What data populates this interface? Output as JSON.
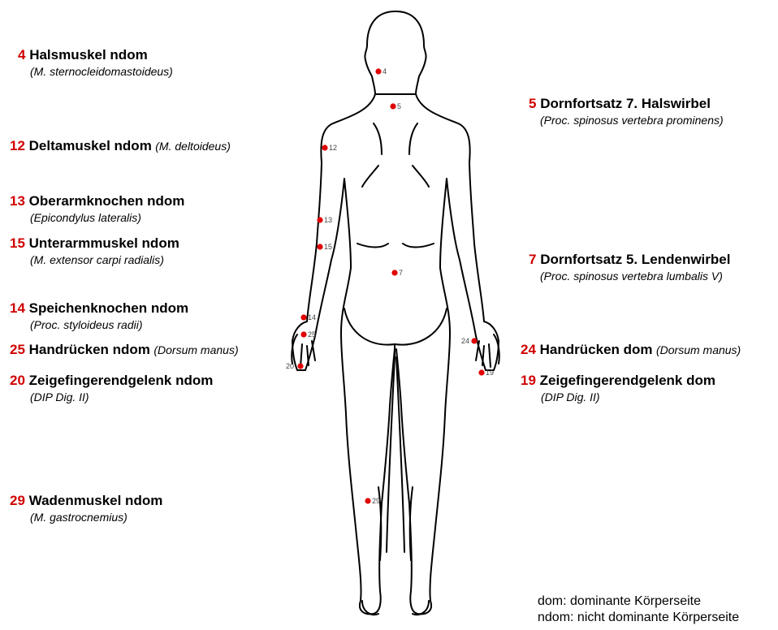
{
  "points": {
    "p4": {
      "num": "4",
      "name": "Halsmuskel ndom",
      "latin": "(M. sternocleidomastoideus)"
    },
    "p12": {
      "num": "12",
      "name": "Deltamuskel ndom",
      "latin": "(M. deltoideus)"
    },
    "p13": {
      "num": "13",
      "name": "Oberarmknochen ndom",
      "latin": "(Epicondylus lateralis)"
    },
    "p15": {
      "num": "15",
      "name": "Unterarmmuskel ndom",
      "latin": "(M. extensor carpi radialis)"
    },
    "p14": {
      "num": "14",
      "name": "Speichenknochen ndom",
      "latin": "(Proc. styloideus radii)"
    },
    "p25": {
      "num": "25",
      "name": "Handrücken ndom",
      "latin": "(Dorsum manus)"
    },
    "p20": {
      "num": "20",
      "name": "Zeigefingerendgelenk ndom",
      "latin": "(DIP Dig. II)"
    },
    "p29": {
      "num": "29",
      "name": "Wadenmuskel ndom",
      "latin": "(M. gastrocnemius)"
    },
    "p5": {
      "num": "5",
      "name": "Dornfortsatz 7. Halswirbel",
      "latin": "(Proc. spinosus vertebra prominens)"
    },
    "p7": {
      "num": "7",
      "name": "Dornfortsatz 5. Lendenwirbel",
      "latin": "(Proc. spinosus vertebra lumbalis V)"
    },
    "p24": {
      "num": "24",
      "name": "Handrücken dom",
      "latin": "(Dorsum manus)"
    },
    "p19": {
      "num": "19",
      "name": "Zeigefingerendgelenk dom",
      "latin": "(DIP Dig. II)"
    }
  },
  "legend": {
    "dom": "dom: dominante Körperseite",
    "ndom": "ndom: nicht dominante Körperseite"
  },
  "colors": {
    "marker": "#e00000",
    "number": "#d00000",
    "outline": "#000000"
  }
}
